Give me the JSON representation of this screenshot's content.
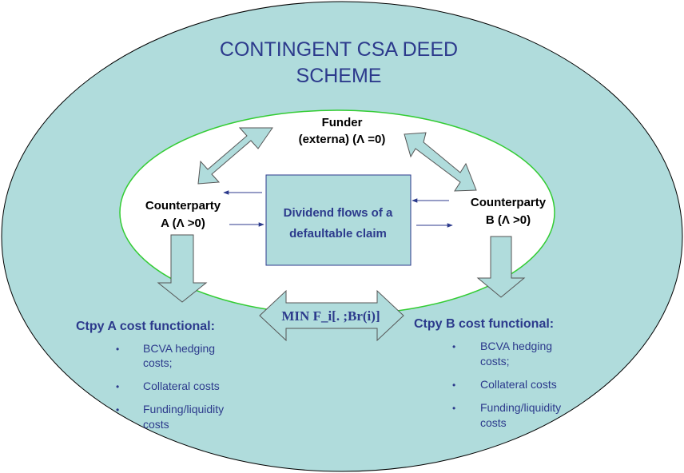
{
  "title": {
    "line1": "CONTINGENT CSA DEED",
    "line2": "SCHEME"
  },
  "funder": {
    "line1": "Funder",
    "line2": "(externa)  (Λ =0)"
  },
  "counterparty_a": {
    "line1": "Counterparty",
    "line2": "A (Λ >0)"
  },
  "counterparty_b": {
    "line1": "Counterparty",
    "line2": "B (Λ >0)"
  },
  "center_box": {
    "line1": "Dividend flows of a",
    "line2": "defaultable claim"
  },
  "min_label": "MIN F_i[. ;Br(i)]",
  "cost_a": {
    "heading": "Ctpy A cost functional:",
    "items": [
      {
        "lines": [
          "BCVA hedging",
          "costs;"
        ]
      },
      {
        "lines": [
          "Collateral costs"
        ]
      },
      {
        "lines": [
          "Funding/liquidity",
          "costs"
        ]
      }
    ]
  },
  "cost_b": {
    "heading": "Ctpy B cost functional:",
    "items": [
      {
        "lines": [
          "BCVA hedging",
          "costs;"
        ]
      },
      {
        "lines": [
          "Collateral costs"
        ]
      },
      {
        "lines": [
          "Funding/liquidity",
          "costs"
        ]
      }
    ]
  },
  "bullet_char": "•",
  "colors": {
    "outer_ellipse": "#b0dcdc",
    "inner_ellipse": "#ffffff",
    "inner_border": "#33cc33",
    "text_blue": "#2c3a8c"
  }
}
